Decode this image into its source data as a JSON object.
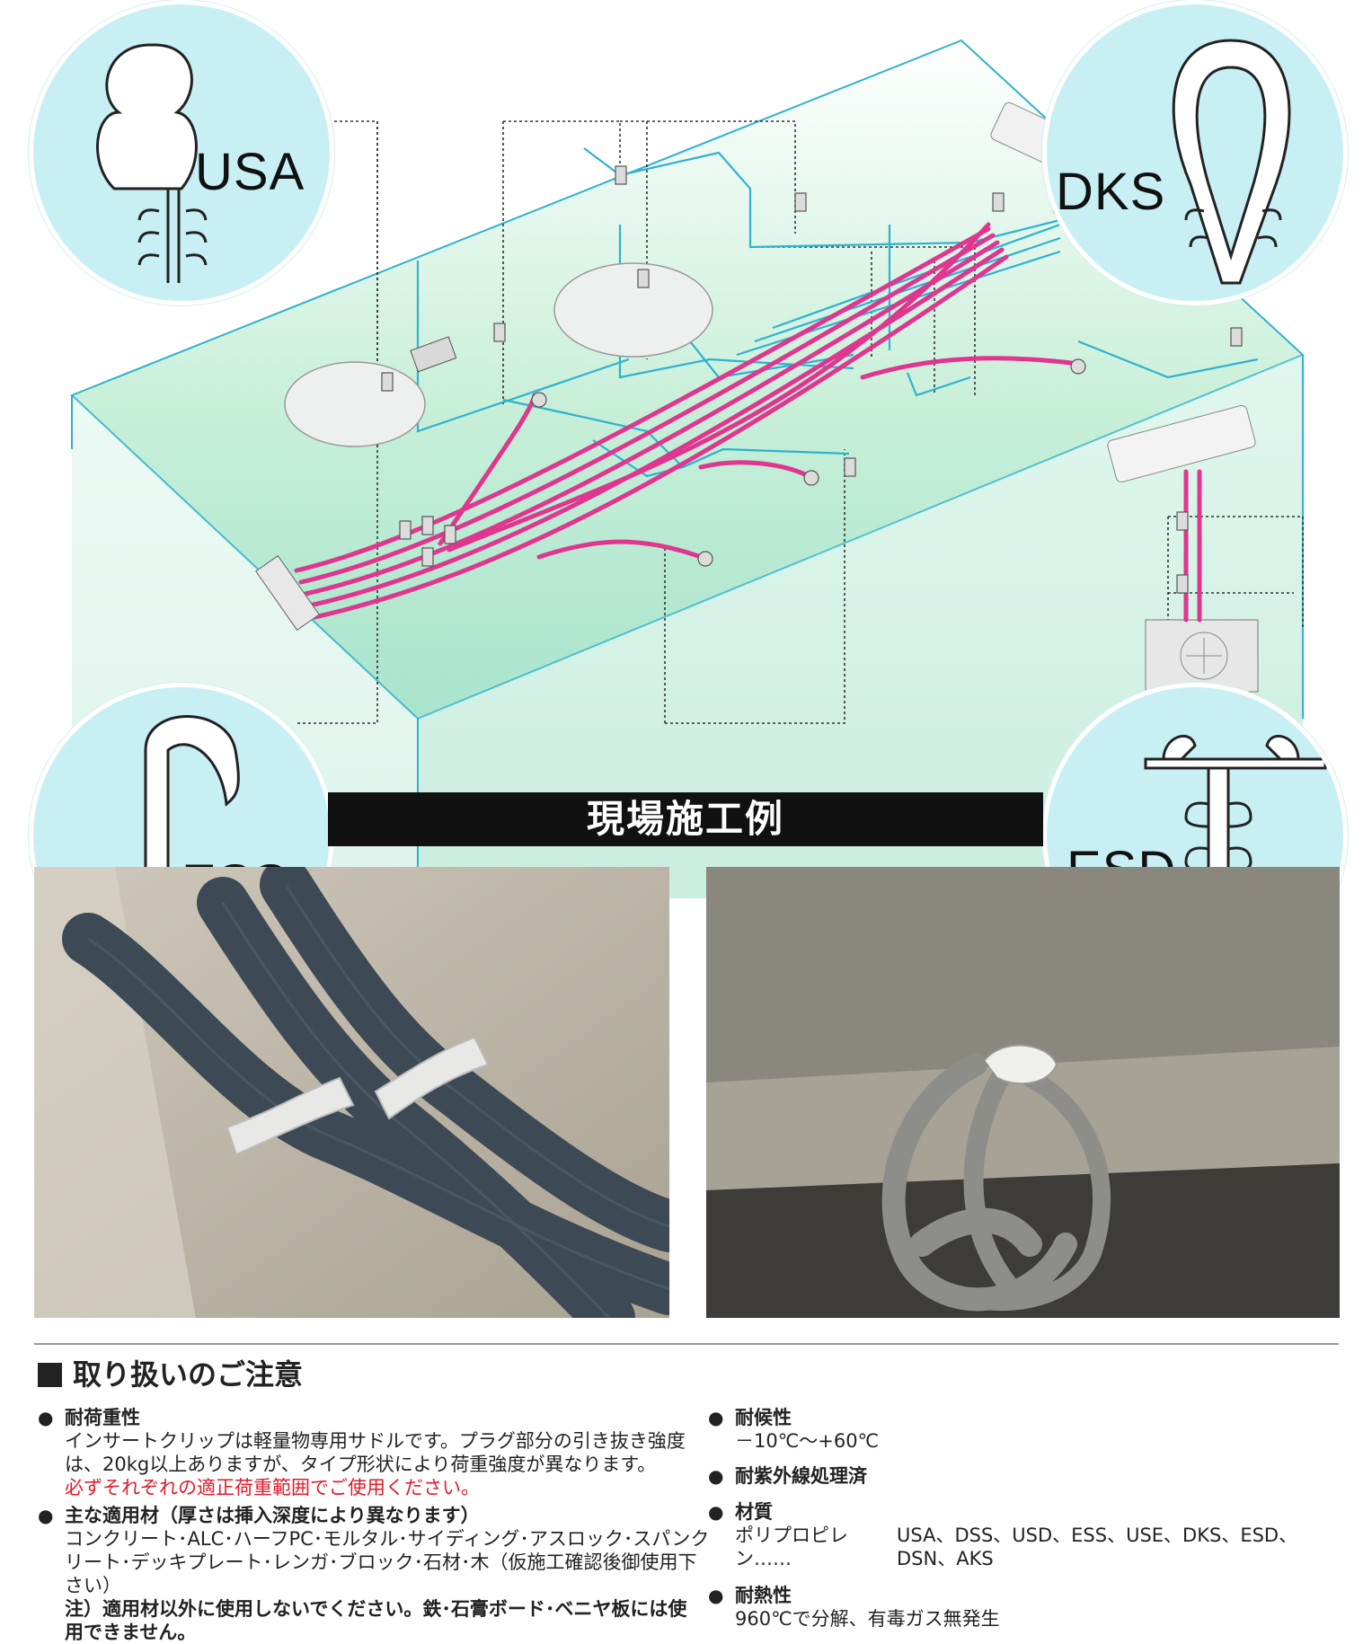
{
  "badges": {
    "usa": {
      "label": "USA"
    },
    "dks": {
      "label": "DKS"
    },
    "ess": {
      "label": "ESS"
    },
    "esd": {
      "label": "ESD"
    }
  },
  "banner": {
    "title": "現場施工例"
  },
  "notes": {
    "title": "取り扱いのご注意",
    "load": {
      "heading": "耐荷重性",
      "line1": "インサートクリップは軽量物専用サドルです。プラグ部分の引き抜き強度",
      "line2": "は、20kg以上ありますが、タイプ形状により荷重強度が異なります。",
      "warning": "必ずそれぞれの適正荷重範囲でご使用ください。"
    },
    "materials": {
      "heading": "主な適用材（厚さは挿入深度により異なります）",
      "line1": "コンクリート･ALC･ハーフPC･モルタル･サイディング･アスロック･スパンク",
      "line2": "リート･デッキプレート･レンガ･ブロック･石材･木（仮施工確認後御使用下さい）",
      "line3": "注）適用材以外に使用しないでください。鉄･石膏ボード･ベニヤ板には使",
      "line4": "用できません。"
    },
    "weather": {
      "heading": "耐候性",
      "value": "－10℃～+60℃"
    },
    "uv": {
      "heading": "耐紫外線処理済"
    },
    "quality": {
      "heading": "材質",
      "name": "ポリプロピレン……",
      "value": "USA、DSS、USD、ESS、USE、DKS、ESD、DSN、AKS"
    },
    "heat": {
      "heading": "耐熱性",
      "value": "960℃で分解、有毒ガス無発生"
    }
  },
  "colors": {
    "cable": "#e0368f",
    "outline": "#2fb2cf",
    "badge_bg": "#c8f0f4",
    "room_tint": "#bfead4"
  }
}
